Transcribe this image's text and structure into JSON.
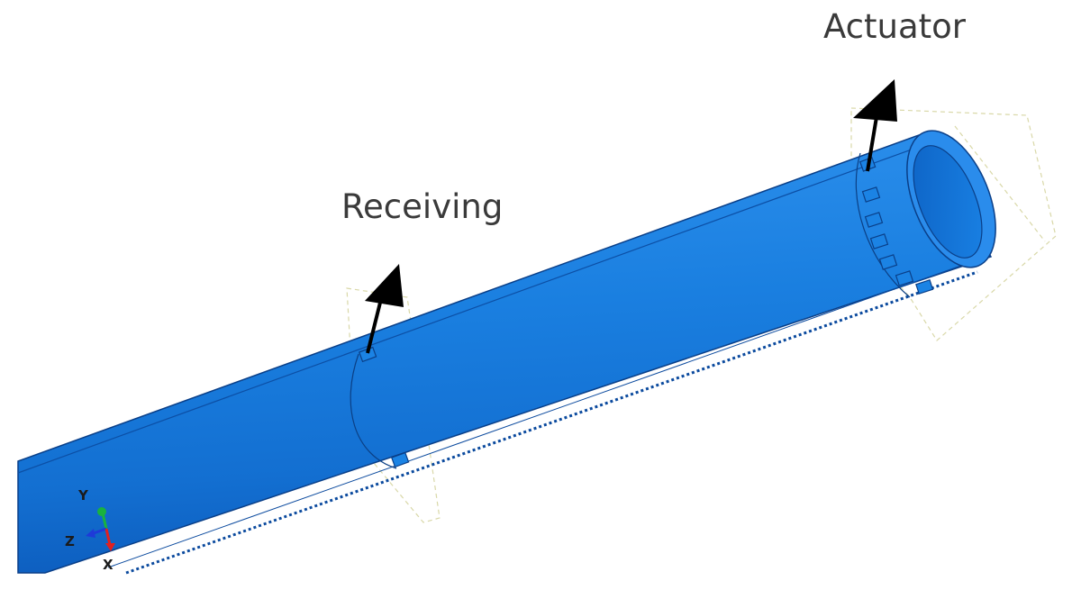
{
  "annotations": {
    "actuator_label": "Actuator",
    "receiving_label": "Receiving"
  },
  "triad": {
    "y_label": "Y",
    "z_label": "Z",
    "x_label": "X",
    "y_color": "#19b23f",
    "z_color": "#1e3ad8",
    "x_color": "#e02020"
  },
  "colors": {
    "pipe": "#1a7fe0",
    "pipe_dark": "#0c5fbf",
    "pipe_edge": "#0a3f88",
    "ref_lines": "#d9d8a8",
    "arrow": "#000000"
  }
}
